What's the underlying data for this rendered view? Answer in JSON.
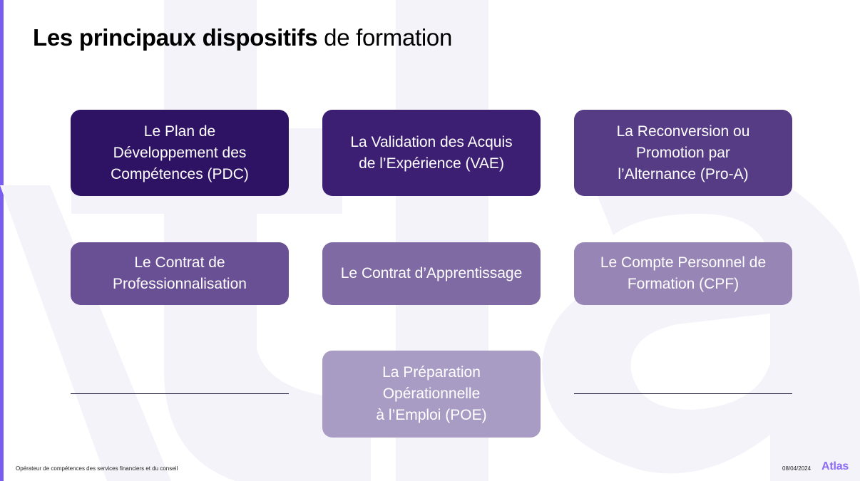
{
  "slide": {
    "title_bold": "Les principaux dispositifs",
    "title_rest": " de formation"
  },
  "boxes": [
    {
      "label": "Le Plan de\nDéveloppement des\nCompétences (PDC)",
      "color": "#2e1264"
    },
    {
      "label": "La Validation des Acquis\nde l’Expérience (VAE)",
      "color": "#3c1f72"
    },
    {
      "label": "La Reconversion ou\nPromotion par\nl’Alternance (Pro-A)",
      "color": "#563b85"
    },
    {
      "label": "Le Contrat de\nProfessionnalisation",
      "color": "#694f93"
    },
    {
      "label": "Le Contrat d’Apprentissage",
      "color": "#7f6aa3"
    },
    {
      "label": "Le Compte Personnel de\nFormation (CPF)",
      "color": "#9785b6"
    },
    {
      "label": "La Préparation\nOpérationnelle\nà l’Emploi (POE)",
      "color": "#a99cc4"
    }
  ],
  "footer": {
    "organization": "Opérateur de compétences des services financiers et du conseil",
    "date": "08/04/2024",
    "logo": "Atlas"
  },
  "colors": {
    "accent": "#7b5cf0",
    "watermark": "#f3f2fa"
  }
}
